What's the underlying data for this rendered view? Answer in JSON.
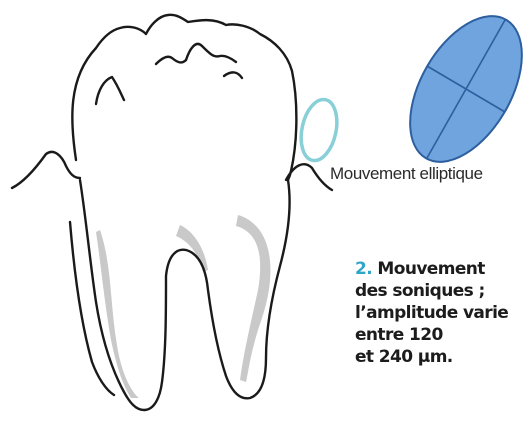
{
  "diagram": {
    "motion_label": "Mouvement elliptique",
    "caption": {
      "number": "2.",
      "lines": [
        "Mouvement",
        "des soniques ;",
        "l’amplitude varie",
        "entre 120",
        "et 240 µm."
      ]
    },
    "colors": {
      "ellipse_fill": "#6fa4df",
      "ellipse_stroke": "#2d5f9e",
      "small_loop": "#88cfd8",
      "tooth_outline": "#1a1a1a",
      "root_shading": "#c9c9c9",
      "caption_number": "#2fa6c8"
    }
  }
}
